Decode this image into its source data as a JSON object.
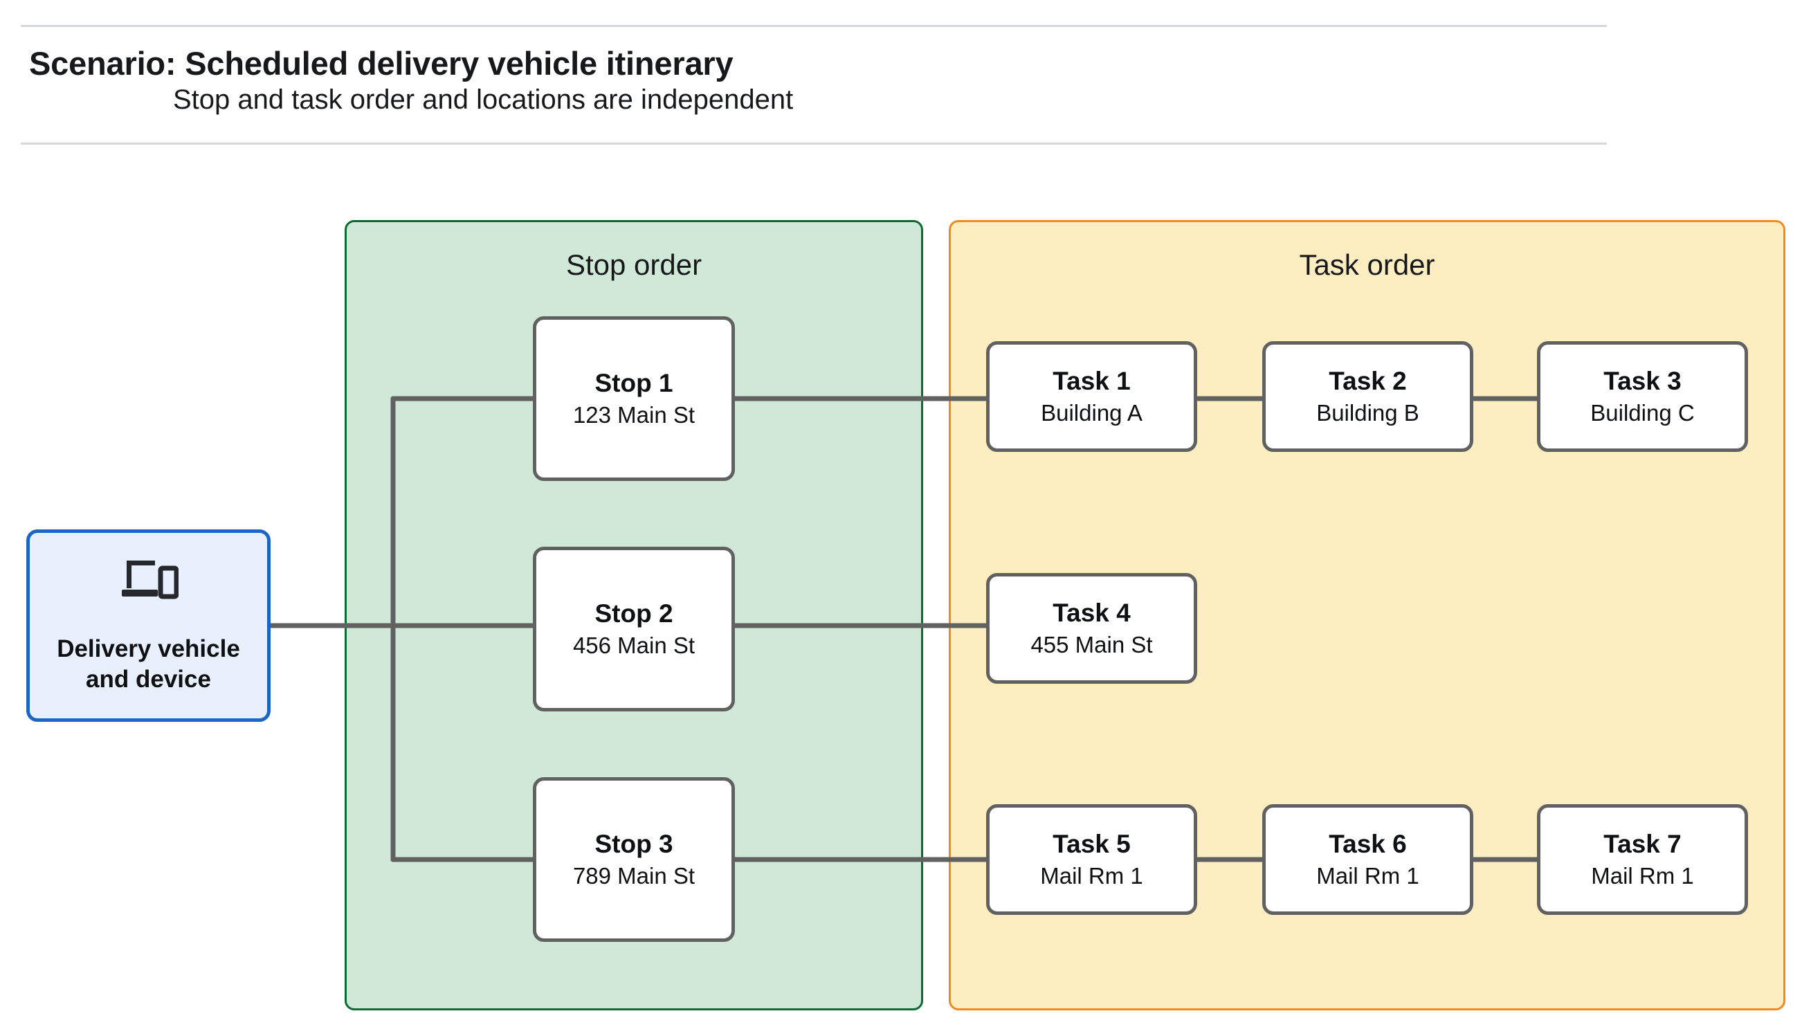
{
  "header": {
    "title": "Scenario: Scheduled delivery vehicle itinerary",
    "subtitle": "Stop and task order and locations are independent"
  },
  "vehicle": {
    "label": "Delivery vehicle\nand device",
    "icon": "devices-laptop-phone-icon",
    "fill_color": "#e8f0fe",
    "border_color": "#1a65c6"
  },
  "panels": {
    "stop_order": {
      "title": "Stop order",
      "fill_color": "#cfe8d7",
      "border_color": "#0b6b33"
    },
    "task_order": {
      "title": "Task order",
      "fill_color": "#fdeec2",
      "border_color": "#f18a1e"
    }
  },
  "stops": [
    {
      "title": "Stop 1",
      "location": "123 Main St"
    },
    {
      "title": "Stop 2",
      "location": "456 Main St"
    },
    {
      "title": "Stop 3",
      "location": "789 Main St"
    }
  ],
  "task_rows": [
    {
      "tasks": [
        {
          "title": "Task 1",
          "location": "Building A"
        },
        {
          "title": "Task 2",
          "location": "Building B"
        },
        {
          "title": "Task 3",
          "location": "Building C"
        }
      ]
    },
    {
      "tasks": [
        {
          "title": "Task 4",
          "location": "455 Main St"
        }
      ]
    },
    {
      "tasks": [
        {
          "title": "Task 5",
          "location": "Mail Rm 1"
        },
        {
          "title": "Task 6",
          "location": "Mail Rm 1"
        },
        {
          "title": "Task 7",
          "location": "Mail Rm 1"
        }
      ]
    }
  ],
  "edge_color": "#616161",
  "rule_color": "#d5d7d9"
}
